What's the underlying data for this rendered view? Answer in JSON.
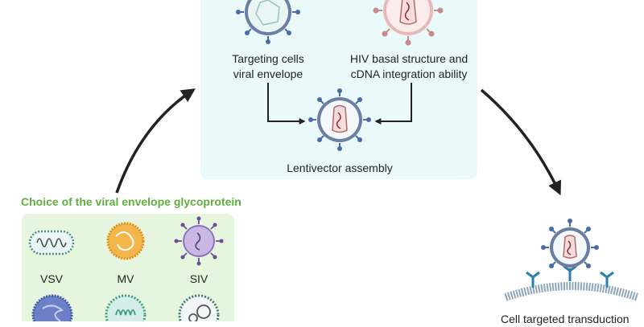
{
  "colors": {
    "top_panel": "#eafafa",
    "env_panel": "#e6f6de",
    "envelope_title": "#5fae3f",
    "arrow": "#222222"
  },
  "top_panel": {
    "label_targeting": [
      "Targeting cells",
      "viral envelope"
    ],
    "label_hiv": [
      "HIV basal structure and",
      "cDNA integration ability"
    ],
    "label_assembly": "Lentivector assembly"
  },
  "envelope_panel": {
    "title": "Choice of the viral envelope glycoprotein",
    "viruses": [
      {
        "label": "VSV",
        "icon": "vsv-virus-icon"
      },
      {
        "label": "MV",
        "icon": "mv-virus-icon"
      },
      {
        "label": "SIV",
        "icon": "siv-virus-icon"
      }
    ],
    "partial_row_icons": [
      "blue-virus-icon",
      "green-virus-icon",
      "vesicle-virus-icon"
    ]
  },
  "right": {
    "label": "Cell targeted transduction"
  }
}
